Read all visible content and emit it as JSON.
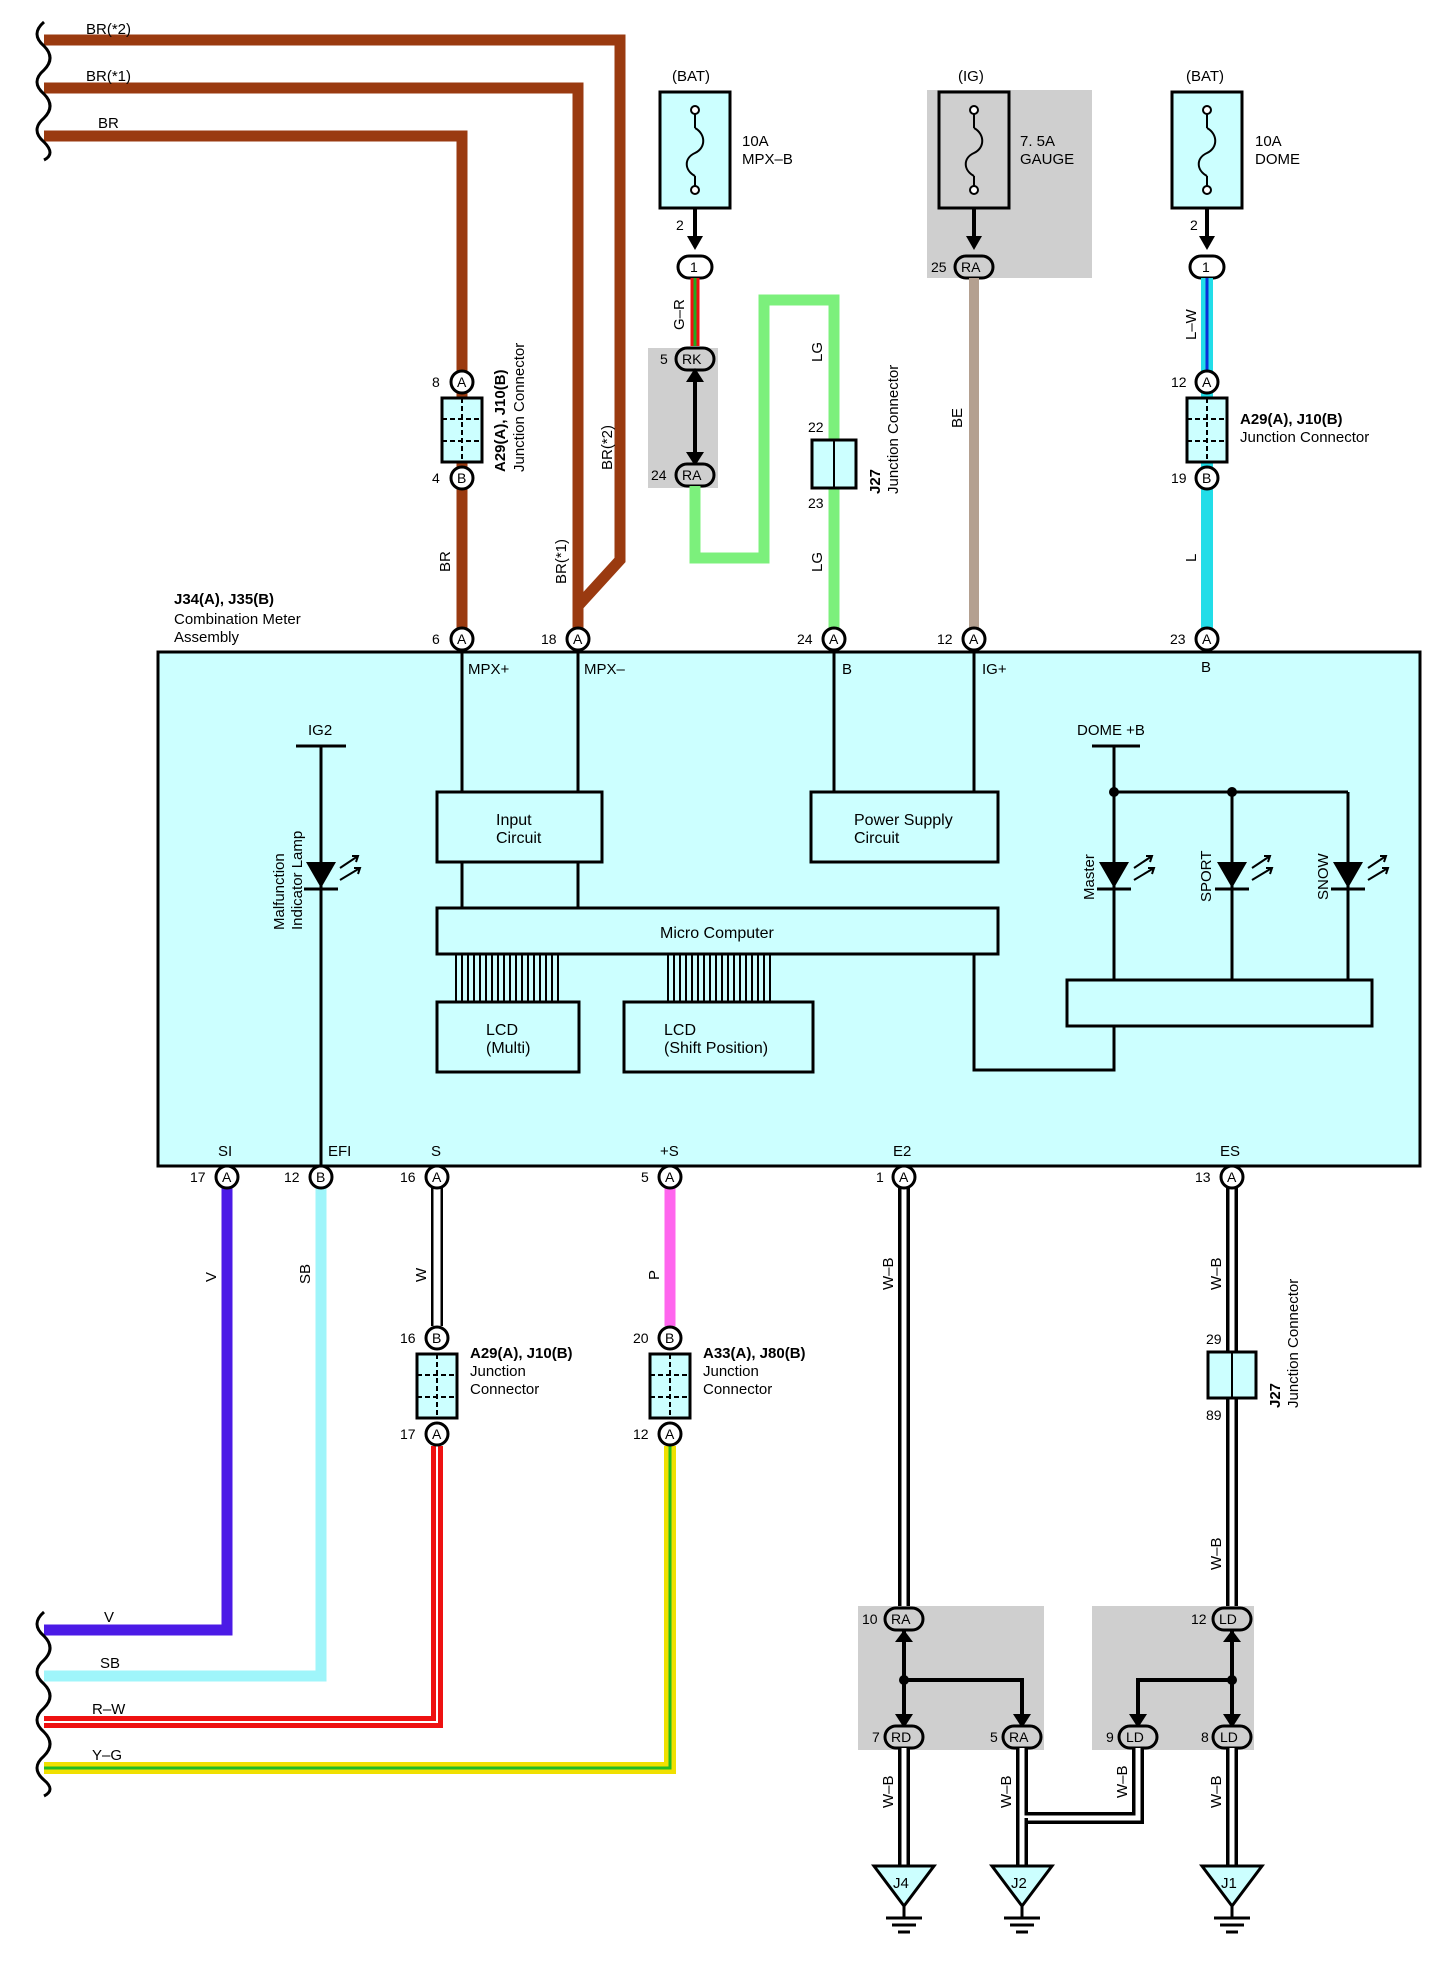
{
  "top_harness": {
    "wires": [
      "BR(*2)",
      "BR(*1)",
      "BR"
    ]
  },
  "fuses": [
    {
      "source": "(BAT)",
      "amp": "10A",
      "name": "MPX–B",
      "pin": "2",
      "conn": "1"
    },
    {
      "source": "(IG)",
      "amp": "7. 5A",
      "name": "GAUGE",
      "pin": "25",
      "conn": "RA"
    },
    {
      "source": "(BAT)",
      "amp": "10A",
      "name": "DOME",
      "pin": "2",
      "conn": "1"
    }
  ],
  "upper_junction_left": {
    "id": "A29(A), J10(B)",
    "desc": "Junction Connector",
    "pin_top": "8",
    "conn_top": "A",
    "pin_bottom": "4",
    "conn_bottom": "B"
  },
  "upper_junction_right": {
    "id": "A29(A), J10(B)",
    "desc": "Junction Connector",
    "pin_top": "12",
    "conn_top": "A",
    "pin_bottom": "19",
    "conn_bottom": "B"
  },
  "j27_upper": {
    "id": "J27",
    "desc": "Junction Connector",
    "pin_top": "22",
    "pin_bottom": "23"
  },
  "relay_block_mpx": {
    "pin_top": "5",
    "conn_top": "RK",
    "pin_bottom": "24",
    "conn_bottom": "RA"
  },
  "wire_labels": {
    "g_r": "G–R",
    "lg1": "LG",
    "lg2": "LG",
    "be": "BE",
    "l_w": "L–W",
    "l": "L",
    "br": "BR",
    "br1": "BR(*1)",
    "br2": "BR(*2)",
    "v": "V",
    "sb": "SB",
    "w": "W",
    "p": "P",
    "wb1": "W–B",
    "wb2": "W–B",
    "wb3": "W–B"
  },
  "meter": {
    "id": "J34(A), J35(B)",
    "name": "Combination Meter",
    "name2": "Assembly",
    "top_pins": [
      {
        "pin": "6",
        "conn": "A",
        "label": "MPX+"
      },
      {
        "pin": "18",
        "conn": "A",
        "label": "MPX–"
      },
      {
        "pin": "24",
        "conn": "A",
        "label": "B"
      },
      {
        "pin": "12",
        "conn": "A",
        "label": "IG+"
      },
      {
        "pin": "23",
        "conn": "A",
        "label": "B"
      }
    ],
    "bottom_pins": [
      {
        "pin": "17",
        "conn": "A",
        "label": "SI"
      },
      {
        "pin": "12",
        "conn": "B",
        "label": "EFI"
      },
      {
        "pin": "16",
        "conn": "A",
        "label": "S"
      },
      {
        "pin": "5",
        "conn": "A",
        "label": "+S"
      },
      {
        "pin": "1",
        "conn": "A",
        "label": "E2"
      },
      {
        "pin": "13",
        "conn": "A",
        "label": "ES"
      }
    ],
    "ig2": "IG2",
    "mil_1": "Malfunction",
    "mil_2": "Indicator Lamp",
    "input_circuit_1": "Input",
    "input_circuit_2": "Circuit",
    "power_supply_1": "Power Supply",
    "power_supply_2": "Circuit",
    "micro_computer": "Micro Computer",
    "lcd_multi_1": "LCD",
    "lcd_multi_2": "(Multi)",
    "lcd_shift_1": "LCD",
    "lcd_shift_2": "(Shift Position)",
    "dome_b": "DOME +B",
    "leds": [
      "Master",
      "SPORT",
      "SNOW"
    ]
  },
  "lower_junction_s": {
    "id": "A29(A), J10(B)",
    "desc1": "Junction",
    "desc2": "Connector",
    "pin_top": "16",
    "conn_top": "B",
    "pin_bottom": "17",
    "conn_bottom": "A"
  },
  "lower_junction_ps": {
    "id": "A33(A), J80(B)",
    "desc1": "Junction",
    "desc2": "Connector",
    "pin_top": "20",
    "conn_top": "B",
    "pin_bottom": "12",
    "conn_bottom": "A"
  },
  "j27_lower": {
    "id": "J27",
    "desc": "Junction Connector",
    "pin_top": "29",
    "pin_bottom": "89"
  },
  "bottom_harness": {
    "wires": [
      "V",
      "SB",
      "R–W",
      "Y–G"
    ]
  },
  "ground_blocks": {
    "left_top": {
      "pin": "10",
      "conn": "RA"
    },
    "left_bl": {
      "pin": "7",
      "conn": "RD"
    },
    "left_br": {
      "pin": "5",
      "conn": "RA"
    },
    "right_top": {
      "pin": "12",
      "conn": "LD"
    },
    "right_bl": {
      "pin": "9",
      "conn": "LD"
    },
    "right_br": {
      "pin": "8",
      "conn": "LD"
    }
  },
  "grounds": [
    "J4",
    "J2",
    "J1"
  ],
  "colors": {
    "brown": "#9a3a10",
    "light_green": "#7cf07c",
    "tan": "#b4a090",
    "cyan": "#22dde8",
    "light_cyan": "#9ff5fa",
    "violet": "#4b1ae6",
    "pink": "#ff66ee",
    "red": "#ee1111",
    "yellow": "#f0e000",
    "meter_fill": "#ccffff",
    "relay_gray": "#cfcfcf"
  }
}
